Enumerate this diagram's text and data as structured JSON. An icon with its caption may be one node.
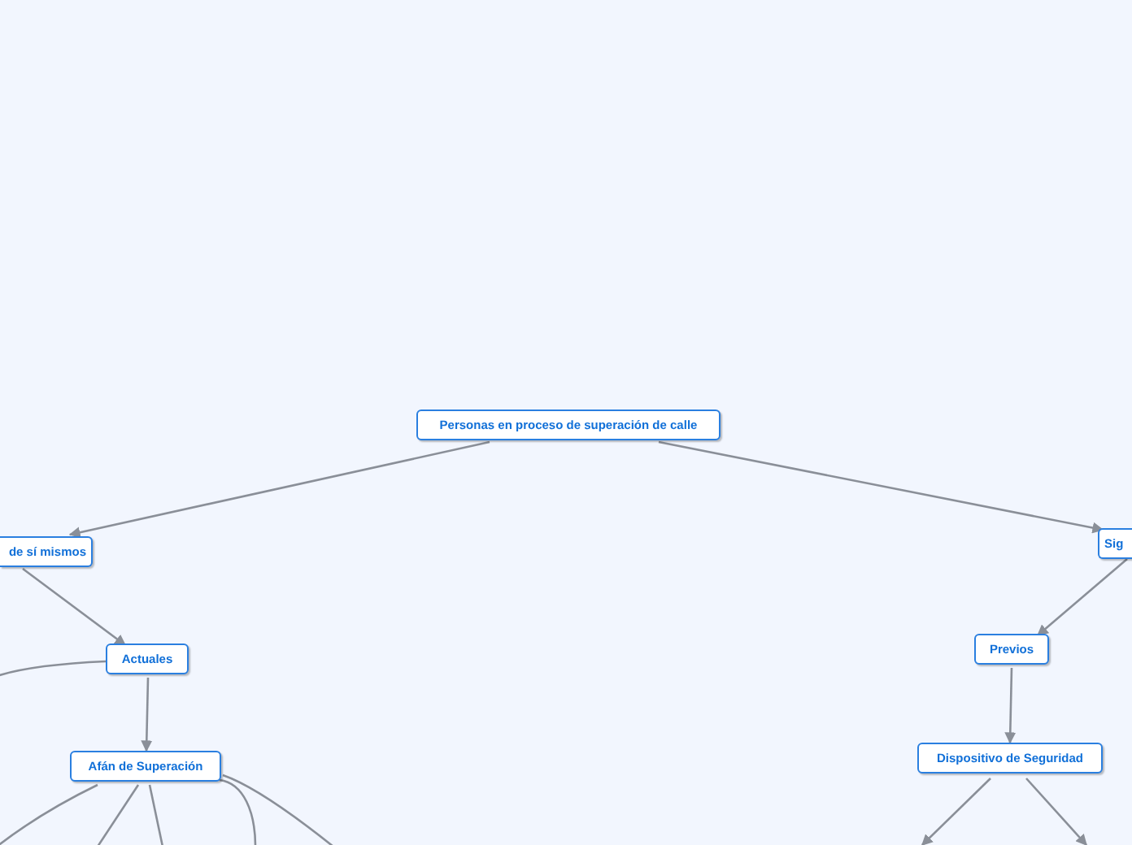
{
  "diagram": {
    "nodes": [
      {
        "text": [
          "Personas en proceso de superación de calle"
        ]
      },
      {
        "text": [
          "de sí mismos"
        ]
      },
      {
        "text": [
          "Actuales"
        ]
      },
      {
        "text": [
          "Afán de Superación"
        ]
      },
      {
        "text": [
          "Sig"
        ]
      },
      {
        "text": [
          "Previos"
        ]
      },
      {
        "text": [
          "Dispositivo de Seguridad"
        ]
      }
    ],
    "edges": [
      {
        "from": 0,
        "to": 1,
        "arrow": "to"
      },
      {
        "from": 0,
        "to": 4,
        "arrow": "to"
      },
      {
        "from": 1,
        "to": 2,
        "arrow": "to"
      },
      {
        "from": 2,
        "to": 3,
        "arrow": "to"
      },
      {
        "from": 2,
        "to": null,
        "arrow": "none"
      },
      {
        "from": 3,
        "to": null,
        "arrow": "none"
      },
      {
        "from": 3,
        "to": null,
        "arrow": "none"
      },
      {
        "from": 3,
        "to": null,
        "arrow": "none"
      },
      {
        "from": 3,
        "to": null,
        "arrow": "none"
      },
      {
        "from": 3,
        "to": null,
        "arrow": "none"
      },
      {
        "from": 4,
        "to": 5,
        "arrow": "to"
      },
      {
        "from": 5,
        "to": 6,
        "arrow": "to"
      },
      {
        "from": 6,
        "to": null,
        "arrow": "to"
      },
      {
        "from": 6,
        "to": null,
        "arrow": "to"
      }
    ]
  }
}
